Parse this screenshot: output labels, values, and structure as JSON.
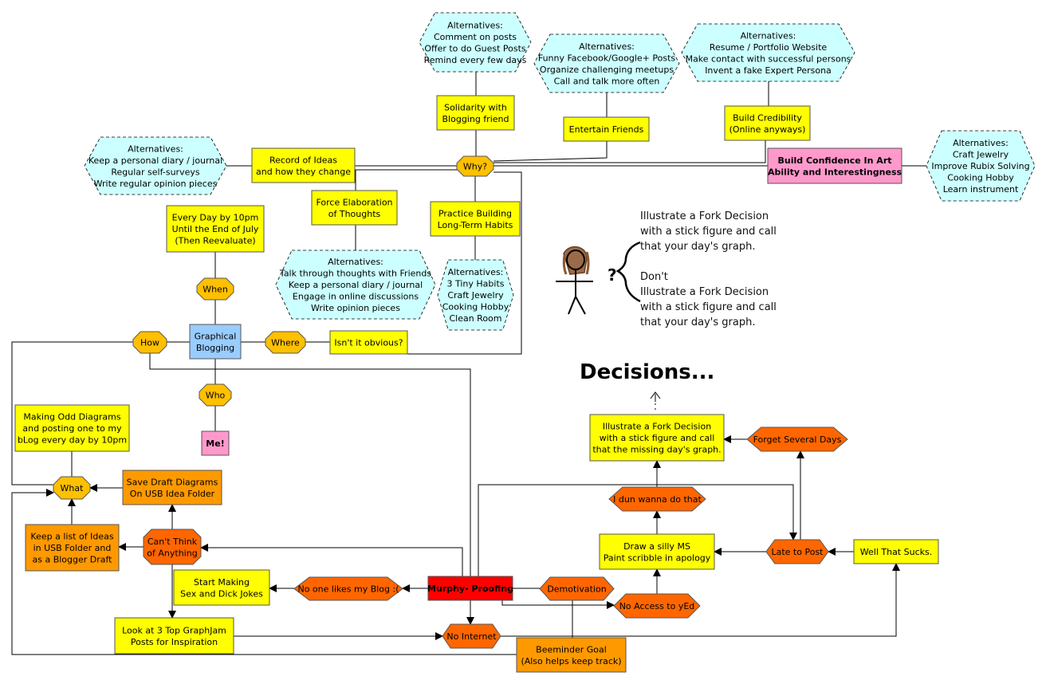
{
  "nodes": {
    "alt_comment": {
      "lines": [
        "Alternatives:",
        "Comment on posts",
        "Offer to do Guest Posts",
        "Remind every few days"
      ]
    },
    "alt_funny": {
      "lines": [
        "Alternatives:",
        "Funny Facebook/Google+ Posts",
        "Organize challenging meetups",
        "Call and talk more often"
      ]
    },
    "alt_resume": {
      "lines": [
        "Alternatives:",
        "Resume / Portfolio Website",
        "Make contact with successful persons",
        "Invent a fake Expert Persona"
      ]
    },
    "alt_diary": {
      "lines": [
        "Alternatives:",
        "Keep a personal diary / journal",
        "Regular self-surveys",
        "Write regular opinion pieces"
      ]
    },
    "alt_craft": {
      "lines": [
        "Alternatives:",
        "Craft Jewelry",
        "Improve Rubix Solving",
        "Cooking Hobby",
        "Learn instrument"
      ]
    },
    "alt_talk": {
      "lines": [
        "Alternatives:",
        "Talk through thoughts with Friends",
        "Keep a personal diary / journal",
        "Engage in online discussions",
        "Write opinion pieces"
      ]
    },
    "alt_habits": {
      "lines": [
        "Alternatives:",
        "3 Tiny Habits",
        "Craft Jewelry",
        "Cooking Hobby",
        "Clean Room"
      ]
    },
    "solidarity": {
      "lines": [
        "Solidarity with",
        "Blogging friend"
      ]
    },
    "entertain": {
      "lines": [
        "Entertain Friends"
      ]
    },
    "credibility": {
      "lines": [
        "Build Credibility",
        "(Online anyways)"
      ]
    },
    "record": {
      "lines": [
        "Record of Ideas",
        "and how they change"
      ]
    },
    "why": {
      "lines": [
        "Why?"
      ]
    },
    "confidence": {
      "lines": [
        "Build Confidence In Art",
        "Ability and Interestingness"
      ]
    },
    "force": {
      "lines": [
        "Force Elaboration",
        "of Thoughts"
      ]
    },
    "practice": {
      "lines": [
        "Practice Building",
        "Long-Term Habits"
      ]
    },
    "everyday": {
      "lines": [
        "Every Day by 10pm",
        "Until the End of July",
        "(Then Reevaluate)"
      ]
    },
    "when": {
      "lines": [
        "When"
      ]
    },
    "how": {
      "lines": [
        "How"
      ]
    },
    "graphical": {
      "lines": [
        "Graphical",
        "Blogging"
      ]
    },
    "where": {
      "lines": [
        "Where"
      ]
    },
    "obvious": {
      "lines": [
        "Isn't it obvious?"
      ]
    },
    "who": {
      "lines": [
        "Who"
      ]
    },
    "me": {
      "lines": [
        "Me!"
      ]
    },
    "making": {
      "lines": [
        "Making Odd Diagrams",
        "and posting one to my",
        "bLog every day by 10pm"
      ]
    },
    "what": {
      "lines": [
        "What"
      ]
    },
    "save": {
      "lines": [
        "Save Draft Diagrams",
        "On USB Idea Folder"
      ]
    },
    "keeplist": {
      "lines": [
        "Keep a list of Ideas",
        "in USB Folder and",
        "as a Blogger Draft"
      ]
    },
    "cantthink": {
      "lines": [
        "Can't Think",
        "of Anything"
      ]
    },
    "startmaking": {
      "lines": [
        "Start Making",
        "Sex and Dick Jokes"
      ]
    },
    "nolikes": {
      "lines": [
        "No one likes my Blog :("
      ]
    },
    "murphy": {
      "lines": [
        "Murphy- Proofing"
      ]
    },
    "demotivation": {
      "lines": [
        "Demotivation"
      ]
    },
    "look": {
      "lines": [
        "Look at 3 Top GraphJam",
        "Posts for Inspiration"
      ]
    },
    "nointernet": {
      "lines": [
        "No Internet"
      ]
    },
    "beeminder": {
      "lines": [
        "Beeminder Goal",
        "(Also helps keep track)"
      ]
    },
    "noaccess": {
      "lines": [
        "No Access to yEd"
      ]
    },
    "silly": {
      "lines": [
        "Draw a silly MS",
        "Paint scribble in apology"
      ]
    },
    "late": {
      "lines": [
        "Late to Post"
      ]
    },
    "sucks": {
      "lines": [
        "Well That Sucks."
      ]
    },
    "dunwanna": {
      "lines": [
        "I dun wanna do that"
      ]
    },
    "illustrate": {
      "lines": [
        "Illustrate a Fork Decision",
        "with a stick figure and call",
        "that the missing day's graph."
      ]
    },
    "forget": {
      "lines": [
        "Forget Several Days"
      ]
    }
  },
  "note": {
    "top": "Illustrate a Fork Decision\nwith a stick figure and call\nthat your day's graph.",
    "bottom": "Don't\nIllustrate a Fork Decision\nwith a stick figure and call\nthat your day's graph.",
    "question_mark": "?"
  },
  "decisions_title": "Decisions...",
  "colors": {
    "yellow": "#ffff00",
    "light_cyan": "#ccffff",
    "gold": "#ffc000",
    "orange": "#ff9900",
    "dark_orange": "#ff6600",
    "pink": "#ff99cc",
    "light_blue": "#99ccff",
    "red": "#ff0000"
  }
}
